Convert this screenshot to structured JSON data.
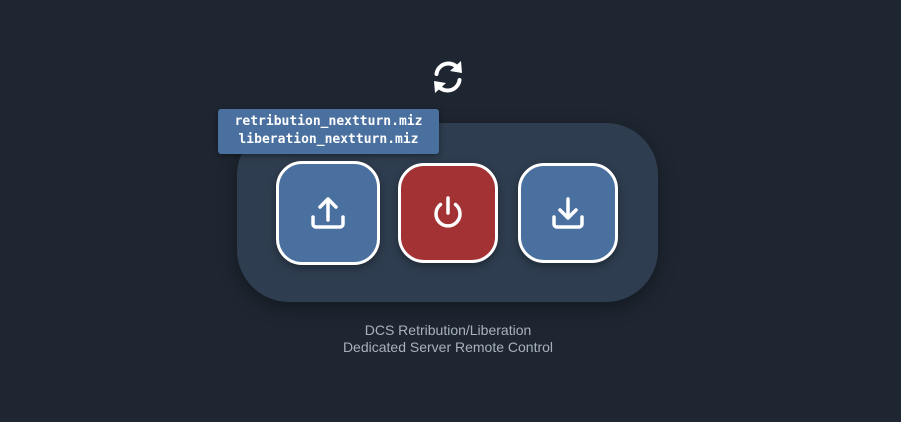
{
  "refresh": {
    "icon": "refresh-icon"
  },
  "controls": {
    "upload": {
      "icon": "upload-icon",
      "color": "#4a70a0"
    },
    "power": {
      "icon": "power-icon",
      "color": "#a23233"
    },
    "download": {
      "icon": "download-icon",
      "color": "#4a70a0"
    }
  },
  "tooltip": {
    "lines": [
      "retribution_nextturn.miz",
      "liberation_nextturn.miz"
    ]
  },
  "caption": {
    "line1": "DCS Retribution/Liberation",
    "line2": "Dedicated Server Remote Control"
  },
  "colors": {
    "background": "#1e2631",
    "panel": "#2e3d4f",
    "accent_blue": "#4a70a0",
    "accent_red": "#a23233",
    "caption_text": "#a9b2bc"
  }
}
